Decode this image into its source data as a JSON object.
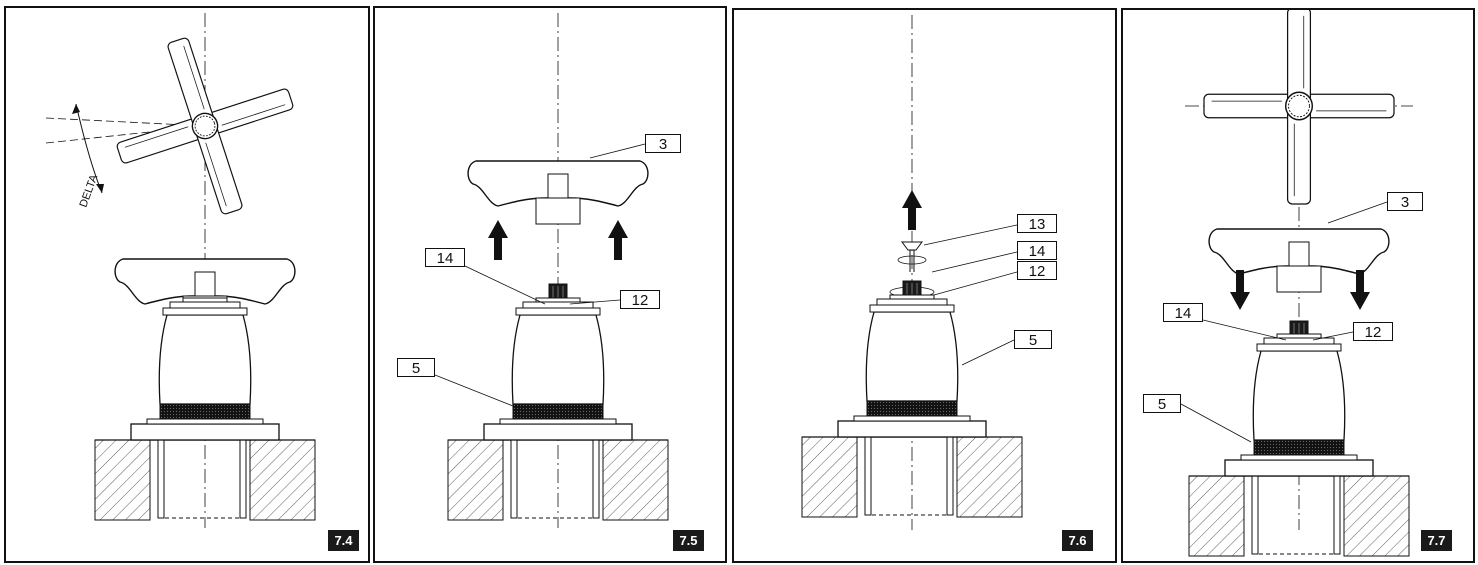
{
  "panels": [
    {
      "figure": "7.4",
      "angle_label": "DELTA"
    },
    {
      "figure": "7.5",
      "callouts": [
        "3",
        "14",
        "12",
        "5"
      ]
    },
    {
      "figure": "7.6",
      "callouts": [
        "13",
        "14",
        "12",
        "5"
      ]
    },
    {
      "figure": "7.7",
      "callouts": [
        "3",
        "14",
        "12",
        "5"
      ]
    }
  ]
}
